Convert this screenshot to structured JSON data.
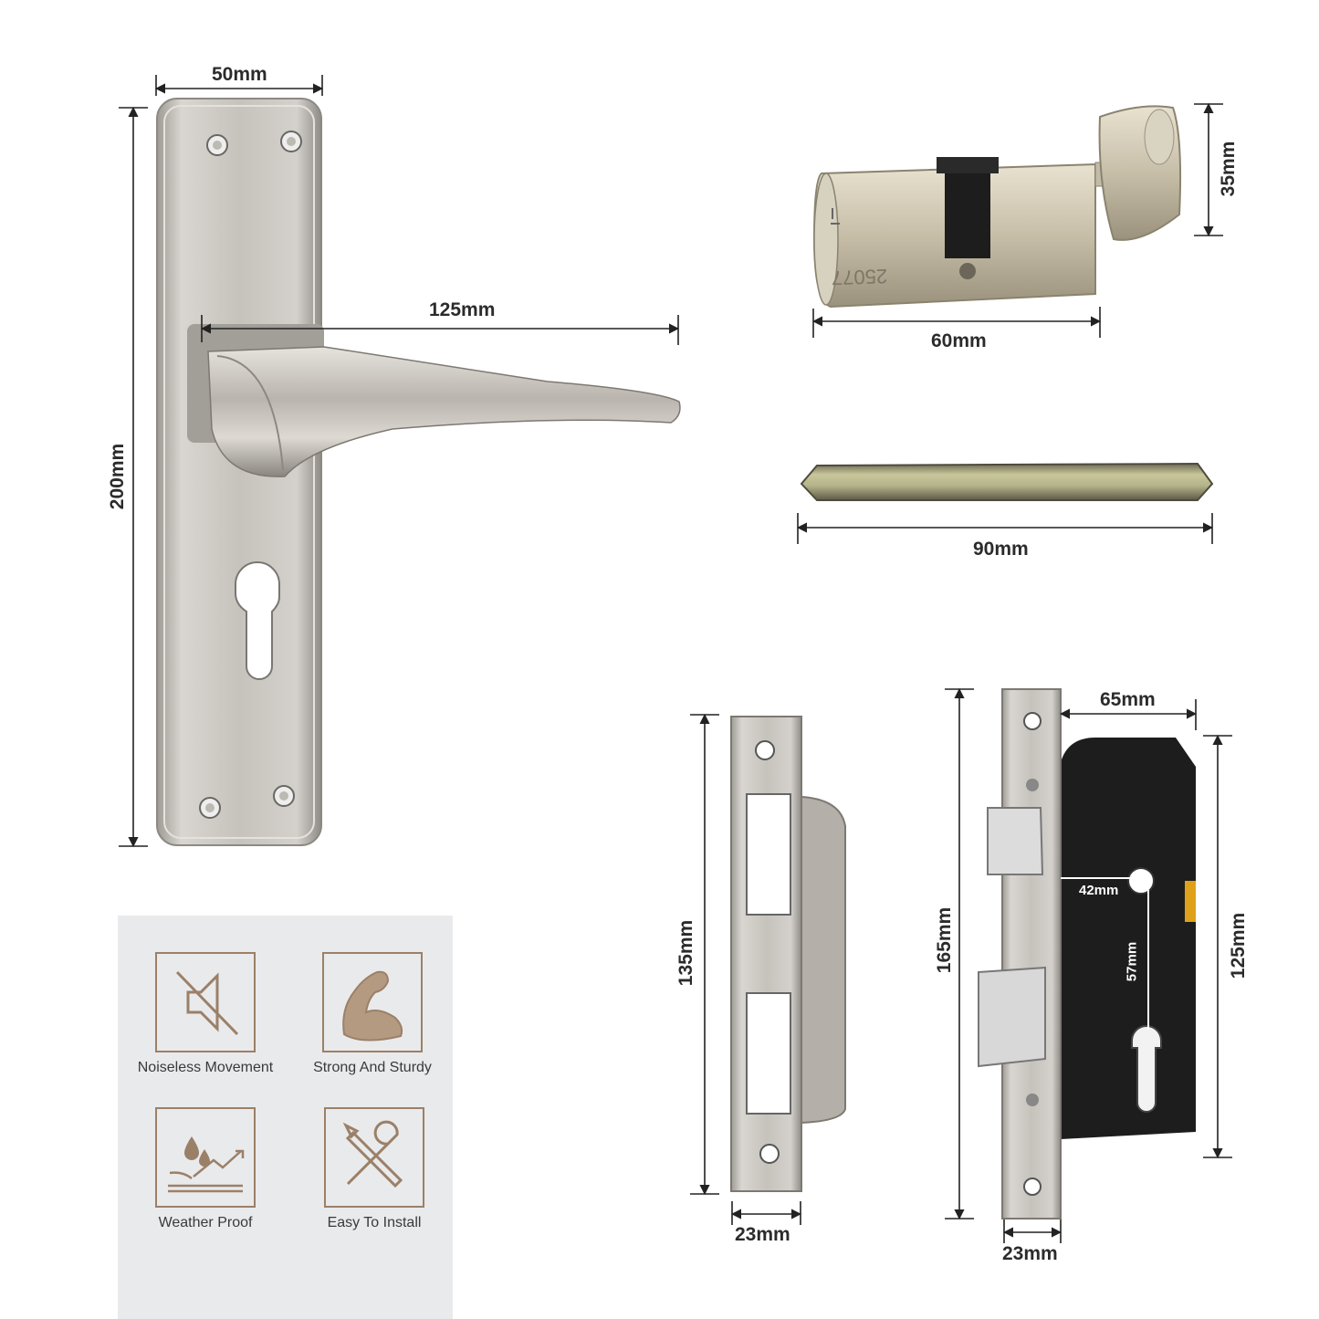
{
  "dimensions": {
    "plate_width": "50mm",
    "plate_height": "200mm",
    "handle_length": "125mm",
    "cylinder_length": "60mm",
    "cylinder_knob_height": "35mm",
    "spindle_length": "90mm",
    "strike_height": "135mm",
    "strike_width": "23mm",
    "lockbody_faceplate_height": "165mm",
    "lockbody_depth": "65mm",
    "lockbody_case_height": "125mm",
    "lockbody_backset": "42mm",
    "lockbody_centre": "57mm",
    "lockbody_faceplate_width": "23mm"
  },
  "cylinder_marking": "25077",
  "features": [
    {
      "label": "Noiseless Movement",
      "icon": "muted-speaker-icon"
    },
    {
      "label": "Strong And Sturdy",
      "icon": "flexed-arm-icon"
    },
    {
      "label": "Weather Proof",
      "icon": "water-drop-icon"
    },
    {
      "label": "Easy To Install",
      "icon": "tools-icon"
    }
  ],
  "colors": {
    "steel": "#c9c5bf",
    "lock_case": "#1d1d1d",
    "icon_brown": "#9b8068",
    "panel_bg": "#e9eaec"
  }
}
